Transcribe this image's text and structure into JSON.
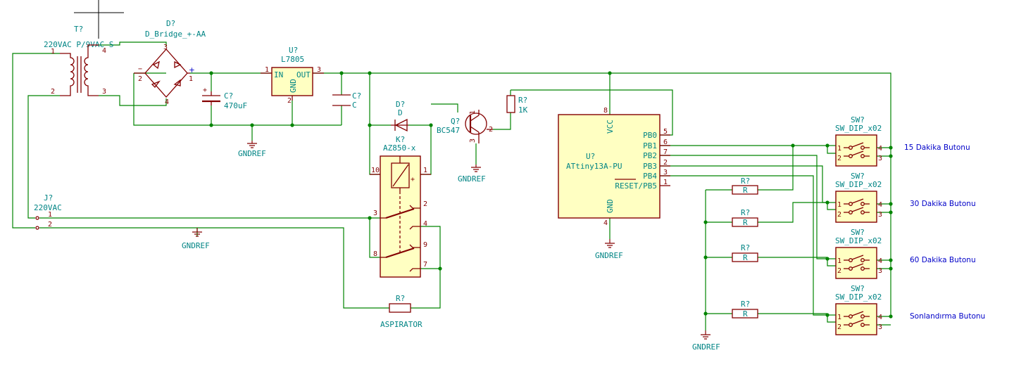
{
  "transformer": {
    "ref": "T?",
    "value": "220VAC P/9VAC S",
    "pins": [
      "1",
      "2",
      "3",
      "4"
    ]
  },
  "bridge": {
    "ref": "D?",
    "value": "D_Bridge_+-AA",
    "pins": [
      "1",
      "2",
      "3",
      "4"
    ],
    "plus": "+",
    "minus": "−"
  },
  "cap1": {
    "ref": "C?",
    "value": "470uF",
    "plus": "+"
  },
  "regulator": {
    "ref": "U?",
    "value": "L7805",
    "in_label": "IN",
    "out_label": "OUT",
    "gnd_label": "GND",
    "pins": [
      "1",
      "2",
      "3"
    ]
  },
  "cap2": {
    "ref": "C?",
    "value": "C"
  },
  "diode": {
    "ref": "D?",
    "value": "D"
  },
  "transistor": {
    "ref": "Q?",
    "value": "BC547",
    "pins": [
      "1",
      "2",
      "3"
    ]
  },
  "res_1k": {
    "ref": "R?",
    "value": "1K"
  },
  "relay": {
    "ref": "K?",
    "value": "AZ850-x",
    "pins": [
      "10",
      "1",
      "3",
      "2",
      "4",
      "9",
      "8",
      "7"
    ],
    "plus": "+"
  },
  "connector": {
    "ref": "J?",
    "value": "220VAC",
    "pins": [
      "1",
      "2"
    ]
  },
  "aspirator": {
    "ref": "R?",
    "value": "ASPIRATOR"
  },
  "mcu": {
    "ref": "U?",
    "value": "ATtiny13A-PU",
    "vcc": "VCC",
    "gnd": "GND",
    "pin_vcc": "8",
    "pin_gnd": "4",
    "pins_right": [
      {
        "num": "5",
        "label": "PB0"
      },
      {
        "num": "6",
        "label": "PB1"
      },
      {
        "num": "7",
        "label": "PB2"
      },
      {
        "num": "2",
        "label": "PB3"
      },
      {
        "num": "3",
        "label": "PB4"
      },
      {
        "num": "1",
        "label": "RESET/PB5"
      }
    ]
  },
  "pulldowns": [
    {
      "ref": "R?",
      "value": "R"
    },
    {
      "ref": "R?",
      "value": "R"
    },
    {
      "ref": "R?",
      "value": "R"
    },
    {
      "ref": "R?",
      "value": "R"
    }
  ],
  "switches": [
    {
      "ref": "SW?",
      "value": "SW_DIP_x02",
      "pins": [
        "1",
        "2",
        "4",
        "3"
      ],
      "label": "15 Dakika Butonu"
    },
    {
      "ref": "SW?",
      "value": "SW_DIP_x02",
      "pins": [
        "1",
        "2",
        "4",
        "3"
      ],
      "label": "30 Dakika Butonu"
    },
    {
      "ref": "SW?",
      "value": "SW_DIP_x02",
      "pins": [
        "1",
        "2",
        "4",
        "3"
      ],
      "label": "60 Dakika Butonu"
    },
    {
      "ref": "SW?",
      "value": "SW_DIP_x02",
      "pins": [
        "1",
        "2",
        "4",
        "3"
      ],
      "label": "Sonlandırma Butonu"
    }
  ],
  "gnd_label": "GNDREF"
}
